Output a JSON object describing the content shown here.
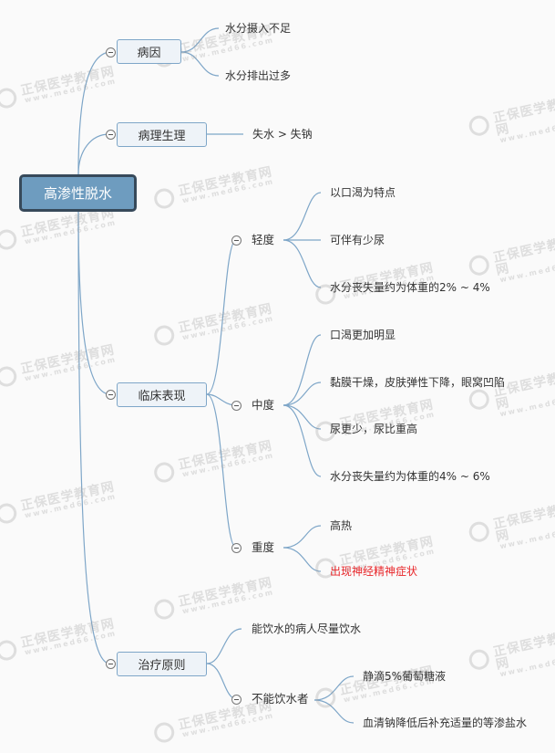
{
  "mindmap": {
    "root": "高渗性脱水",
    "branches": [
      {
        "label": "病因",
        "children": [
          "水分摄入不足",
          "水分排出过多"
        ]
      },
      {
        "label": "病理生理",
        "children": [
          "失水 > 失钠"
        ]
      },
      {
        "label": "临床表现",
        "groups": [
          {
            "label": "轻度",
            "children": [
              "以口渴为特点",
              "可伴有少尿",
              "水分丧失量约为体重的2% ~ 4%"
            ]
          },
          {
            "label": "中度",
            "children": [
              "口渴更加明显",
              "黏膜干燥，皮肤弹性下降，眼窝凹陷",
              "尿更少，尿比重高",
              "水分丧失量约为体重的4% ~ 6%"
            ]
          },
          {
            "label": "重度",
            "children": [
              "高热",
              "出现神经精神症状"
            ]
          }
        ]
      },
      {
        "label": "治疗原则",
        "children": [
          "能饮水的病人尽量饮水"
        ],
        "groups": [
          {
            "label": "不能饮水者",
            "children": [
              "静滴5%葡萄糖液",
              "血清钠降低后补充适量的等渗盐水"
            ]
          }
        ]
      }
    ]
  },
  "watermark": {
    "text": "正保医学教育网",
    "url": "www.med66.com"
  },
  "colors": {
    "root_fill": "#6e9cbf",
    "root_border": "#37495a",
    "branch_fill": "#eef3f8",
    "branch_border": "#7ea6c8",
    "link": "#7ea6c8",
    "highlight": "#e8262a"
  }
}
